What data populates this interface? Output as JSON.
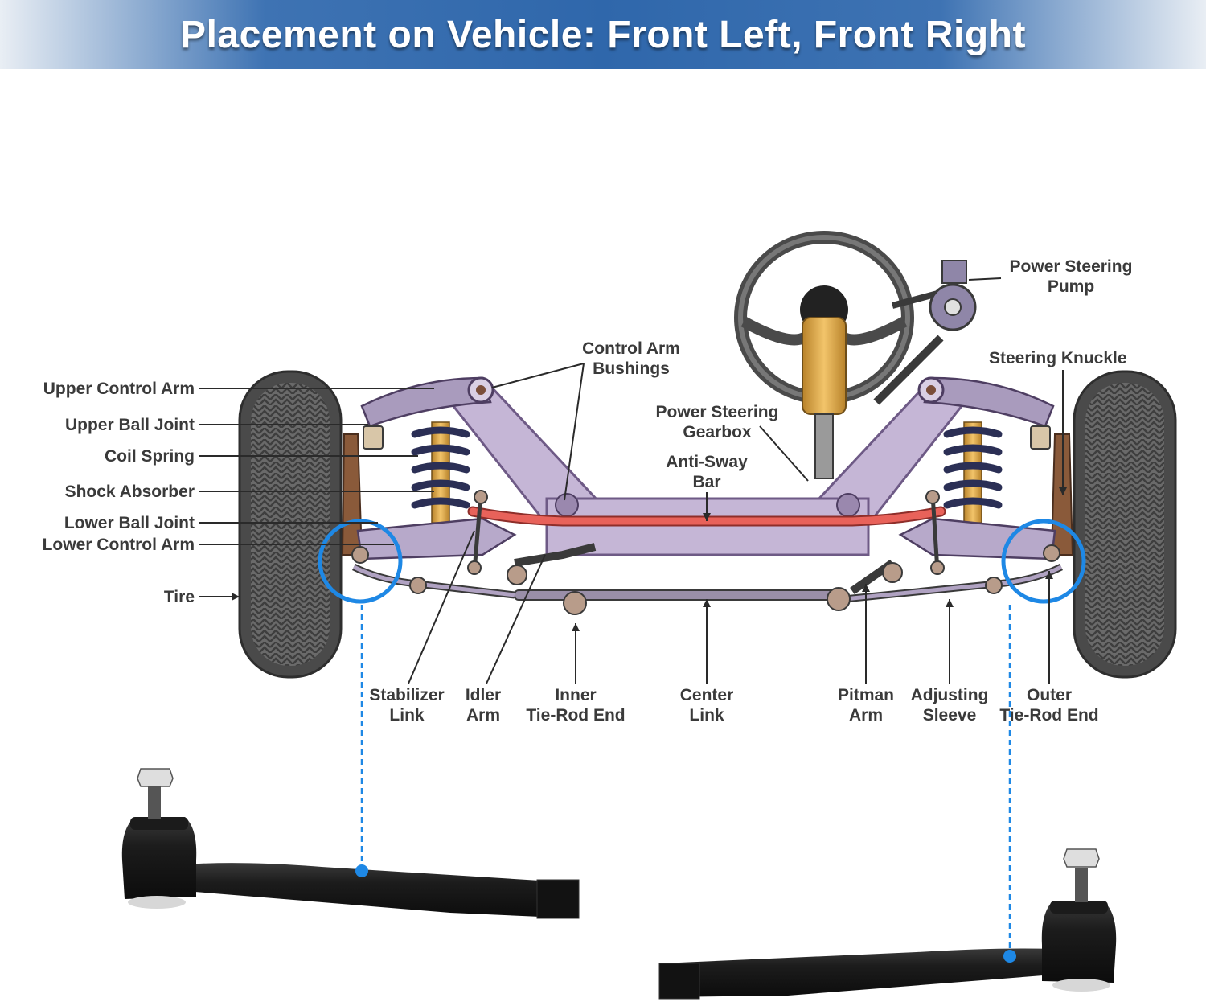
{
  "header": {
    "title": "Placement on Vehicle: Front Left, Front Right"
  },
  "labels": {
    "upper_control_arm": "Upper Control Arm",
    "upper_ball_joint": "Upper Ball Joint",
    "coil_spring": "Coil Spring",
    "shock_absorber": "Shock Absorber",
    "lower_ball_joint": "Lower Ball Joint",
    "lower_control_arm": "Lower Control Arm",
    "tire": "Tire",
    "control_arm_bushings_1": "Control Arm",
    "control_arm_bushings_2": "Bushings",
    "power_steering_gearbox_1": "Power Steering",
    "power_steering_gearbox_2": "Gearbox",
    "anti_sway_bar_1": "Anti-Sway",
    "anti_sway_bar_2": "Bar",
    "power_steering_pump_1": "Power Steering",
    "power_steering_pump_2": "Pump",
    "steering_knuckle": "Steering Knuckle",
    "stabilizer_link_1": "Stabilizer",
    "stabilizer_link_2": "Link",
    "idler_arm_1": "Idler",
    "idler_arm_2": "Arm",
    "inner_tie_rod_end_1": "Inner",
    "inner_tie_rod_end_2": "Tie-Rod End",
    "center_link_1": "Center",
    "center_link_2": "Link",
    "pitman_arm_1": "Pitman",
    "pitman_arm_2": "Arm",
    "adjusting_sleeve_1": "Adjusting",
    "adjusting_sleeve_2": "Sleeve",
    "outer_tie_rod_end_1": "Outer",
    "outer_tie_rod_end_2": "Tie-Rod End"
  },
  "colors": {
    "banner": "#2f67ab",
    "highlight_circle": "#1e88e5",
    "frame": "#c5b6d6",
    "anti_sway_bar": "#e8625a",
    "tire": "#555555",
    "part": "#151515"
  }
}
